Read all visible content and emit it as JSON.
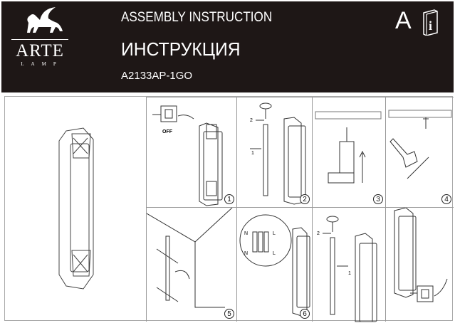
{
  "header": {
    "logo": {
      "brand": "ARTE",
      "sub": "LAMP"
    },
    "title_en": "ASSEMBLY INSTRUCTION",
    "title_ru": "ИНСТРУКЦИЯ",
    "model": "A2133AP-1GO",
    "icon_letter": "A",
    "icons": [
      "lion-logo-icon",
      "instruction-book-icon"
    ]
  },
  "steps": [
    {
      "number": "1",
      "label": "OFF"
    },
    {
      "number": "2",
      "callouts": [
        "2",
        "1"
      ]
    },
    {
      "number": "3"
    },
    {
      "number": "4"
    },
    {
      "number": "5"
    },
    {
      "number": "6",
      "wiring": [
        "N",
        "L",
        "N",
        "L"
      ]
    },
    {
      "number": "",
      "callouts": [
        "2",
        "1"
      ]
    },
    {
      "number": ""
    }
  ]
}
